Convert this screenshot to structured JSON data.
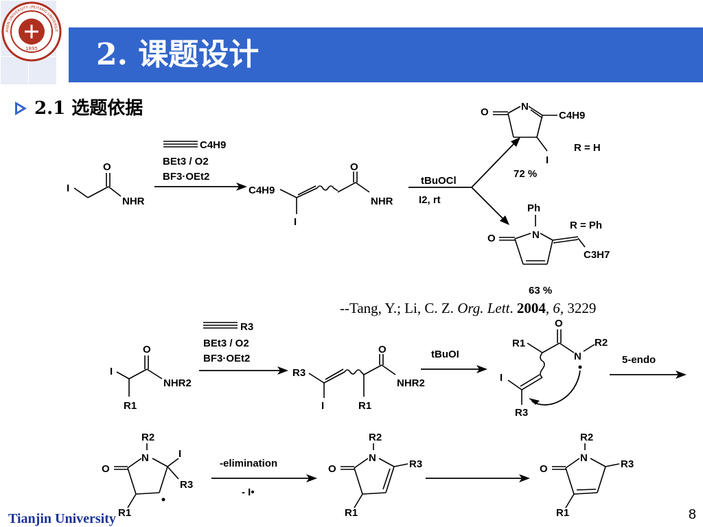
{
  "header": {
    "title": "2. 课题设计",
    "logo": {
      "name": "tianjin-university-seal",
      "ring_text": "TIANJIN UNIVERSITY (PEIYANG UNIVERSITY)",
      "center_text": "1895",
      "color": "#b03020"
    },
    "banner_color": "#3366cc"
  },
  "section": {
    "label": "2.1 选题依据"
  },
  "citation": {
    "authors": "--Tang, Y.; Li, C. Z. ",
    "journal": "Org. Lett",
    "dot": ". ",
    "year": "2004",
    "sep1": ", ",
    "volume": "6",
    "sep2": ", ",
    "page": "3229"
  },
  "scheme1": {
    "reagent_alkyne": "C4H9",
    "reagent_line1": "BEt3 / O2",
    "reagent_line2": "BF3·OEt2",
    "start_I": "I",
    "start_O": "O",
    "start_NHR": "NHR",
    "mid_C4H9": "C4H9",
    "mid_I": "I",
    "mid_O": "O",
    "mid_NHR": "NHR",
    "cond_top": "tBuOCl",
    "cond_bottom": "I2, rt",
    "prodA_O": "O",
    "prodA_N": "N",
    "prodA_C4H9": "C4H9",
    "prodA_I": "I",
    "prodA_R": "R = H",
    "prodA_yield": "72 %",
    "prodB_Ph": "Ph",
    "prodB_N": "N",
    "prodB_O": "O",
    "prodB_C3H7": "C3H7",
    "prodB_R": "R = Ph",
    "prodB_yield": "63 %"
  },
  "scheme2": {
    "reagent_alkyne": "R3",
    "reagent_line1": "BEt3 / O2",
    "reagent_line2": "BF3·OEt2",
    "start_I": "I",
    "start_O": "O",
    "start_NHR2": "NHR2",
    "start_R1": "R1",
    "mid_R3": "R3",
    "mid_I": "I",
    "mid_O": "O",
    "mid_NHR2": "NHR2",
    "mid_R1": "R1",
    "cond1": "tBuOI",
    "rad_O": "O",
    "rad_R1": "R1",
    "rad_N": "N",
    "rad_R2": "R2",
    "rad_I": "I",
    "rad_R3": "R3",
    "cond2": "5-endo",
    "cyc_R2": "R2",
    "cyc_N": "N",
    "cyc_I": "I",
    "cyc_O": "O",
    "cyc_R3": "R3",
    "cyc_R1": "R1",
    "elim_top": "-elimination",
    "elim_bottom": "- I•",
    "p1_R2": "R2",
    "p1_N": "N",
    "p1_O": "O",
    "p1_R3": "R3",
    "p1_R1": "R1",
    "p2_R2": "R2",
    "p2_N": "N",
    "p2_O": "O",
    "p2_R3": "R3",
    "p2_R1": "R1"
  },
  "footer": {
    "university": "Tianjin University",
    "page_number": "8"
  }
}
